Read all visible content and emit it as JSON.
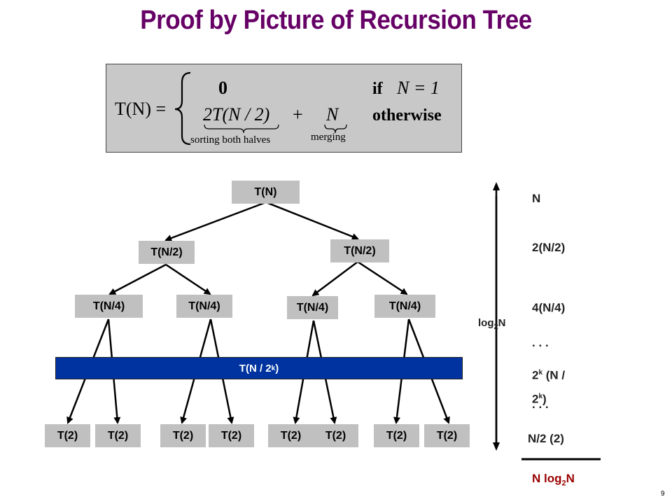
{
  "title": "Proof by Picture of Recursion Tree",
  "formula": {
    "lhs": "T(N) =",
    "case1_value": "0",
    "case1_cond_if": "if",
    "case1_cond_eq": "N = 1",
    "case2_term1": "2T(N / 2)",
    "case2_plus": "+",
    "case2_term2": "N",
    "case2_cond": "otherwise",
    "brace1_label": "sorting both halves",
    "brace2_label": "merging"
  },
  "tree": {
    "root": "T(N)",
    "level1": [
      "T(N/2)",
      "T(N/2)"
    ],
    "level2": [
      "T(N/4)",
      "T(N/4)",
      "T(N/4)",
      "T(N/4)"
    ],
    "band_prefix": "T(N / 2",
    "band_sup": "k",
    "band_suffix": ")",
    "leaves": [
      "T(2)",
      "T(2)",
      "T(2)",
      "T(2)",
      "T(2)",
      "T(2)",
      "T(2)",
      "T(2)"
    ]
  },
  "right": {
    "height_label_base": "log",
    "height_label_sub": "2",
    "height_label_end": "N",
    "l0": "N",
    "l1": "2(N/2)",
    "l2": "4(N/4)",
    "dots1": ". . .",
    "lk_a": "2",
    "lk_sup1": "k",
    "lk_b": " (N /",
    "lk_c": "2",
    "lk_sup2": "k",
    "lk_d": ")",
    "dots2": ". . .",
    "last": "N/2 (2)",
    "total_base": "N log",
    "total_sub": "2",
    "total_end": "N"
  },
  "page_number": "9",
  "colors": {
    "title": "#660066",
    "band": "#0033a0",
    "total": "#990000",
    "node": "#c0c0c0"
  }
}
